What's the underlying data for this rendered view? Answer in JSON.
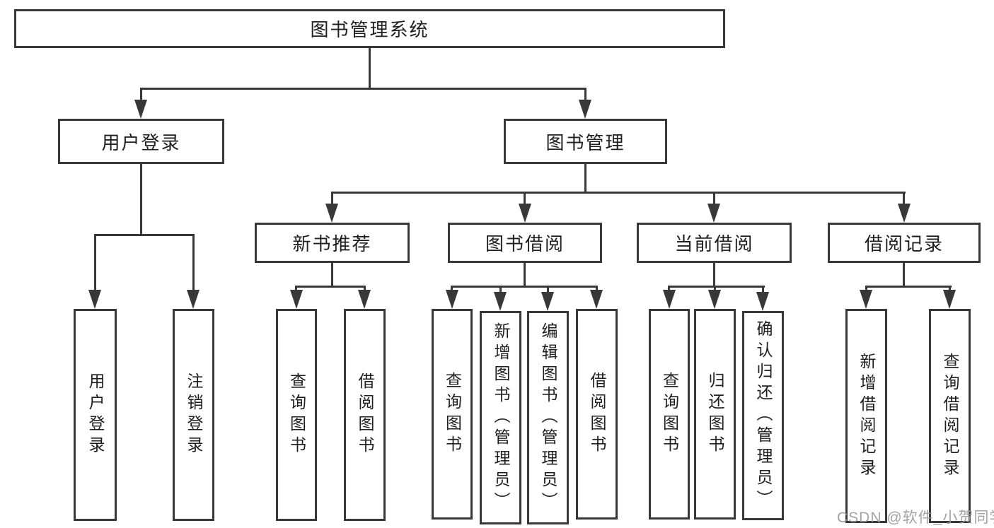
{
  "diagram": {
    "root": {
      "label": "图书管理系统"
    },
    "branches": [
      {
        "label": "用户登录",
        "children": [
          {
            "label": "用户登录"
          },
          {
            "label": "注销登录"
          }
        ]
      },
      {
        "label": "图书管理",
        "children": [
          {
            "label": "新书推荐",
            "children": [
              {
                "label": "查询图书"
              },
              {
                "label": "借阅图书"
              }
            ]
          },
          {
            "label": "图书借阅",
            "children": [
              {
                "label": "查询图书"
              },
              {
                "label": "新增图书（管理员）"
              },
              {
                "label": "编辑图书（管理员）"
              },
              {
                "label": "借阅图书"
              }
            ]
          },
          {
            "label": "当前借阅",
            "children": [
              {
                "label": "查询图书"
              },
              {
                "label": "归还图书"
              },
              {
                "label": "确认归还（管理员）"
              }
            ]
          },
          {
            "label": "借阅记录",
            "children": [
              {
                "label": "新增借阅记录"
              },
              {
                "label": "查询借阅记录"
              }
            ]
          }
        ]
      }
    ]
  },
  "watermark": {
    "text": "CSDN @软件_小贺同学"
  },
  "colors": {
    "line": "#383838",
    "text": "#1f1f1f",
    "box_background": "#ffffff",
    "watermark": "#9b9b9e",
    "background": "#ffffff"
  }
}
